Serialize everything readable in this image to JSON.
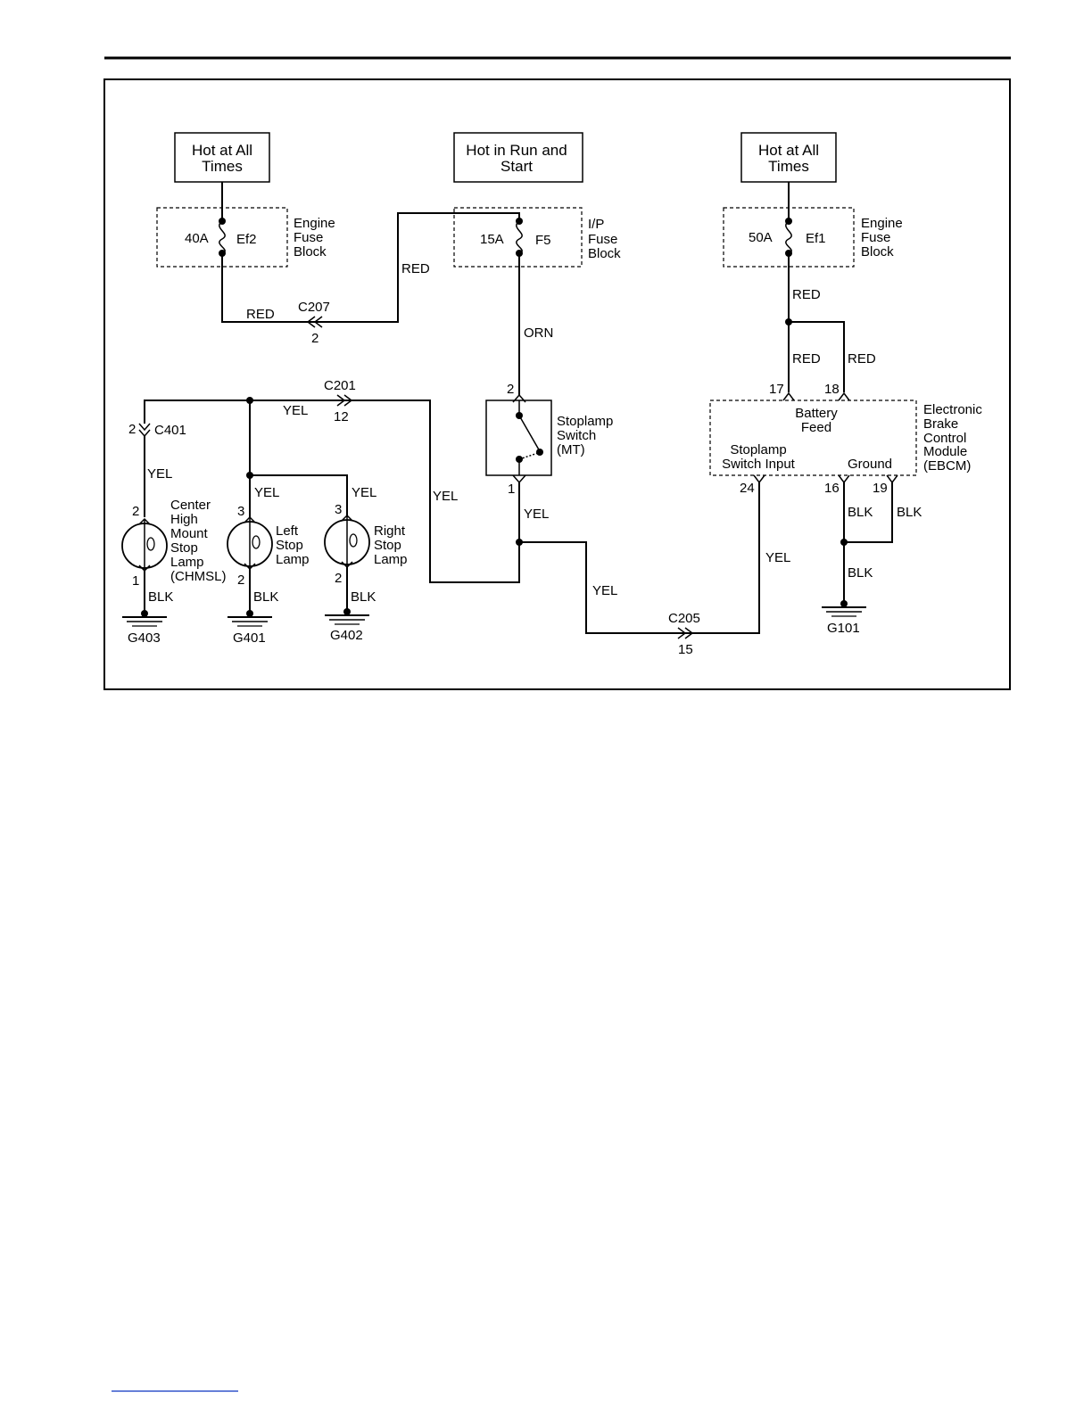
{
  "sources": {
    "left": [
      "Hot at All",
      "Times"
    ],
    "middle": [
      "Hot in Run and",
      "Start"
    ],
    "right": [
      "Hot at All",
      "Times"
    ]
  },
  "fuses": {
    "ef2": {
      "rating": "40A",
      "name": "Ef2",
      "block": [
        "Engine",
        "Fuse",
        "Block"
      ]
    },
    "f5": {
      "rating": "15A",
      "name": "F5",
      "block": [
        "I/P",
        "Fuse",
        "Block"
      ]
    },
    "ef1": {
      "rating": "50A",
      "name": "Ef1",
      "block": [
        "Engine",
        "Fuse",
        "Block"
      ]
    }
  },
  "wire_colors": {
    "red": "RED",
    "orn": "ORN",
    "yel": "YEL",
    "blk": "BLK"
  },
  "connectors": {
    "c207": {
      "name": "C207",
      "pin": "2"
    },
    "c201": {
      "name": "C201",
      "pin": "12"
    },
    "c401": {
      "name": "C401",
      "pin": "2"
    },
    "c205": {
      "name": "C205",
      "pin": "15"
    }
  },
  "stoplamp_switch": {
    "label": [
      "Stoplamp",
      "Switch",
      "(MT)"
    ],
    "pin_in": "2",
    "pin_out": "1"
  },
  "ebcm": {
    "label": [
      "Electronic",
      "Brake",
      "Control",
      "Module",
      "(EBCM)"
    ],
    "battery_feed": [
      "Battery",
      "Feed"
    ],
    "switch_input": [
      "Stoplamp",
      "Switch Input"
    ],
    "ground": "Ground",
    "pins": {
      "p17": "17",
      "p18": "18",
      "p24": "24",
      "p16": "16",
      "p19": "19"
    }
  },
  "lamps": {
    "chmsl": {
      "label": [
        "Center",
        "High",
        "Mount",
        "Stop",
        "Lamp",
        "(CHMSL)"
      ],
      "pin_top": "2",
      "pin_bottom": "1"
    },
    "left": {
      "label": [
        "Left",
        "Stop",
        "Lamp"
      ],
      "pin_top": "3",
      "pin_bottom": "2"
    },
    "right": {
      "label": [
        "Right",
        "Stop",
        "Lamp"
      ],
      "pin_top": "3",
      "pin_bottom": "2"
    }
  },
  "grounds": {
    "g403": "G403",
    "g401": "G401",
    "g402": "G402",
    "g101": "G101"
  }
}
